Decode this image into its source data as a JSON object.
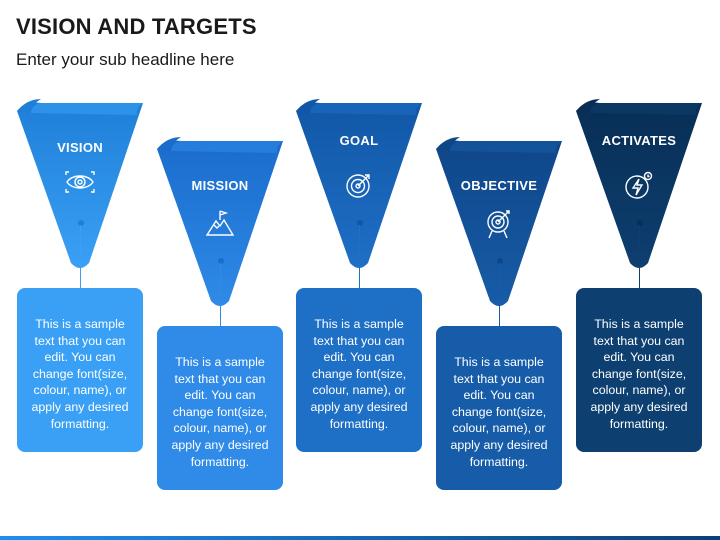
{
  "header": {
    "title": "VISION AND TARGETS",
    "subtitle": "Enter your sub headline here"
  },
  "steps": [
    {
      "label": "VISION",
      "icon": "eye-icon",
      "color": "#3aa0f5",
      "dark": "#1f7fd8",
      "text": "This is a sample text that you can edit. You can change font(size, colour, name), or apply any desired formatting."
    },
    {
      "label": "MISSION",
      "icon": "mountain-flag-icon",
      "color": "#2f8ae8",
      "dark": "#1a6ccb",
      "text": "This is a sample text that you can edit. You can change font(size, colour, name), or apply any desired formatting."
    },
    {
      "label": "GOAL",
      "icon": "target-icon",
      "color": "#1e6fc6",
      "dark": "#1257a6",
      "text": "This is a sample text that you can edit. You can change font(size, colour, name), or apply any desired formatting."
    },
    {
      "label": "OBJECTIVE",
      "icon": "bullseye-icon",
      "color": "#175ca8",
      "dark": "#0f4688",
      "text": "This is a sample text that you can edit. You can change font(size, colour, name), or apply any desired formatting."
    },
    {
      "label": "ACTIVATES",
      "icon": "lightning-icon",
      "color": "#0d3f70",
      "dark": "#082e55",
      "text": "This is a sample text that you can edit. You can change font(size, colour, name), or apply any desired formatting."
    }
  ]
}
